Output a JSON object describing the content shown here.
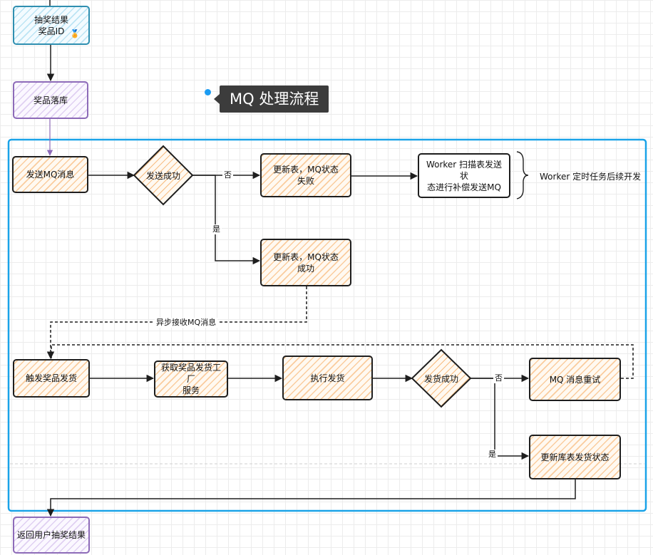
{
  "title": "MQ 处理流程",
  "nodes": {
    "lottery_result": "抽奖结果\n奖品ID",
    "prize_save": "奖品落库",
    "send_mq": "发送MQ消息",
    "send_success": "发送成功",
    "update_fail": "更新表，MQ状态\n失败",
    "worker_scan": "Worker 扫描表发送状\n态进行补偿发送MQ",
    "update_success": "更新表，MQ状态\n成功",
    "trigger_ship": "触发奖品发货",
    "get_factory": "获取奖品发货工厂\n服务",
    "execute_ship": "执行发货",
    "ship_success": "发货成功",
    "mq_retry": "MQ 消息重试",
    "update_stock": "更新库表发货状态",
    "return_result": "返回用户抽奖结果"
  },
  "labels": {
    "no_1": "否",
    "yes_1": "是",
    "async_receive": "异步接收MQ消息",
    "no_2": "否",
    "yes_2": "是"
  },
  "annotation": "Worker 定时任务后续开发",
  "icons": {
    "medal": "medal-icon"
  },
  "colors": {
    "container": "#1aa3e8",
    "title_bg": "#3c3c3c",
    "dot": "#1b9cf2",
    "hatch_orange": "#f5a85a",
    "hatch_blue": "#78c8e6",
    "hatch_purple": "#bea0e1"
  }
}
